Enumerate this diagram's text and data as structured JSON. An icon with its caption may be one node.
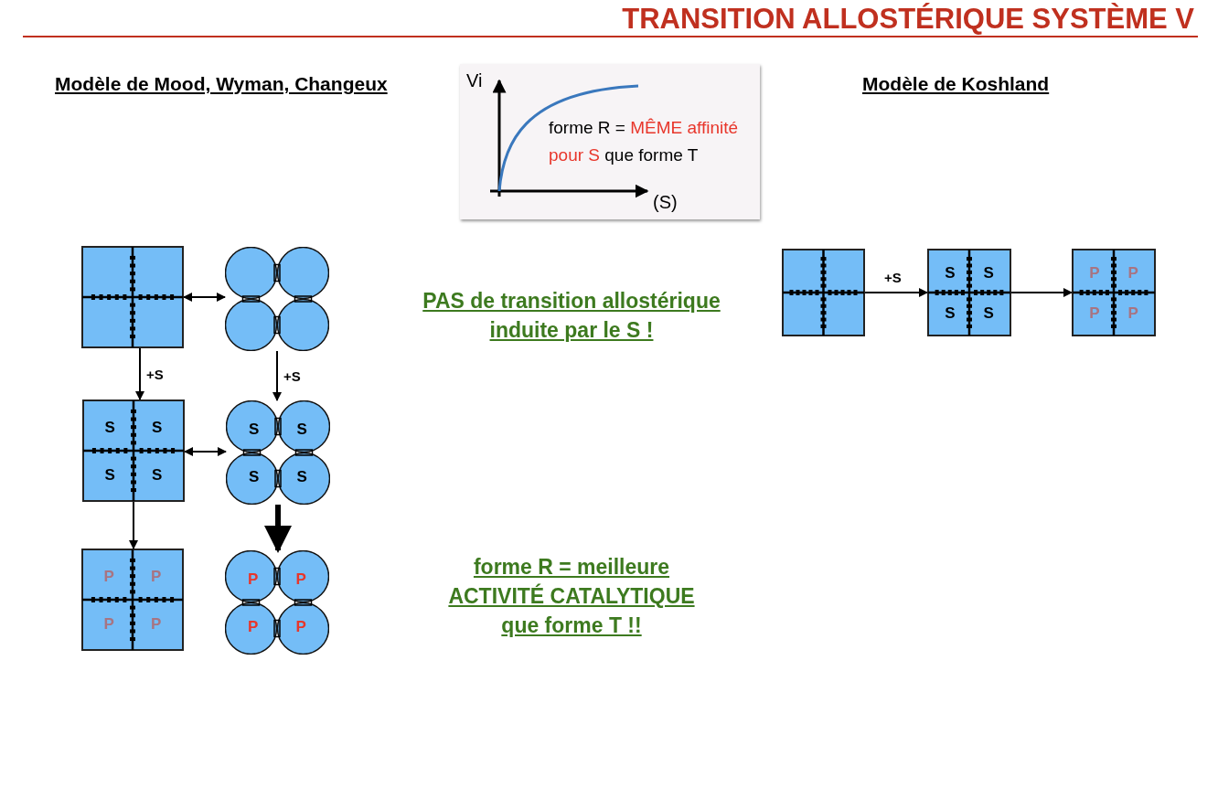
{
  "diagram": {
    "title": "TRANSITION ALLOSTÉRIQUE SYSTÈME V",
    "nodes": [
      {
        "text": [],
        "shape": "box"
      },
      {
        "text": [],
        "shape": "circle"
      },
      {
        "text": [
          "S",
          "S",
          "S",
          "S"
        ]
      },
      {
        "text": [
          "S",
          "S",
          "S",
          "S"
        ]
      },
      {
        "text": [
          "P",
          "P",
          "P",
          "P"
        ]
      },
      {
        "text": [
          "P",
          "P",
          "P",
          "P"
        ]
      },
      {
        "text": [],
        "shape": "box"
      },
      {
        "text": [
          "S",
          "S",
          "S",
          "S"
        ]
      },
      {
        "text": [
          "P",
          "P",
          "P",
          "P"
        ]
      }
    ],
    "edges": [
      {
        "from": 0,
        "to": 1,
        "arrow": "both"
      },
      {
        "from": 0,
        "to": 2,
        "arrow": "to",
        "label": "+S"
      },
      {
        "from": 1,
        "to": 3,
        "arrow": "to",
        "label": "+S"
      },
      {
        "from": 2,
        "to": 3,
        "arrow": "both"
      },
      {
        "from": 2,
        "to": 4,
        "arrow": "to"
      },
      {
        "from": 3,
        "to": 5,
        "arrow": "to",
        "style": "thick"
      },
      {
        "from": 6,
        "to": 7,
        "arrow": "to",
        "label": "+S"
      },
      {
        "from": 7,
        "to": 8,
        "arrow": "to"
      }
    ],
    "labels": [
      "Modèle de Mood, Wyman, Changeux",
      "Vi",
      "forme R = *MÊME affinité pour S* que forme T",
      "(S)",
      "Modèle de Koshland",
      "PAS de transition allostérique induite par le S !",
      "forme R = meilleure ACTIVITÉ CATALYTIQUE que forme T !!"
    ]
  }
}
